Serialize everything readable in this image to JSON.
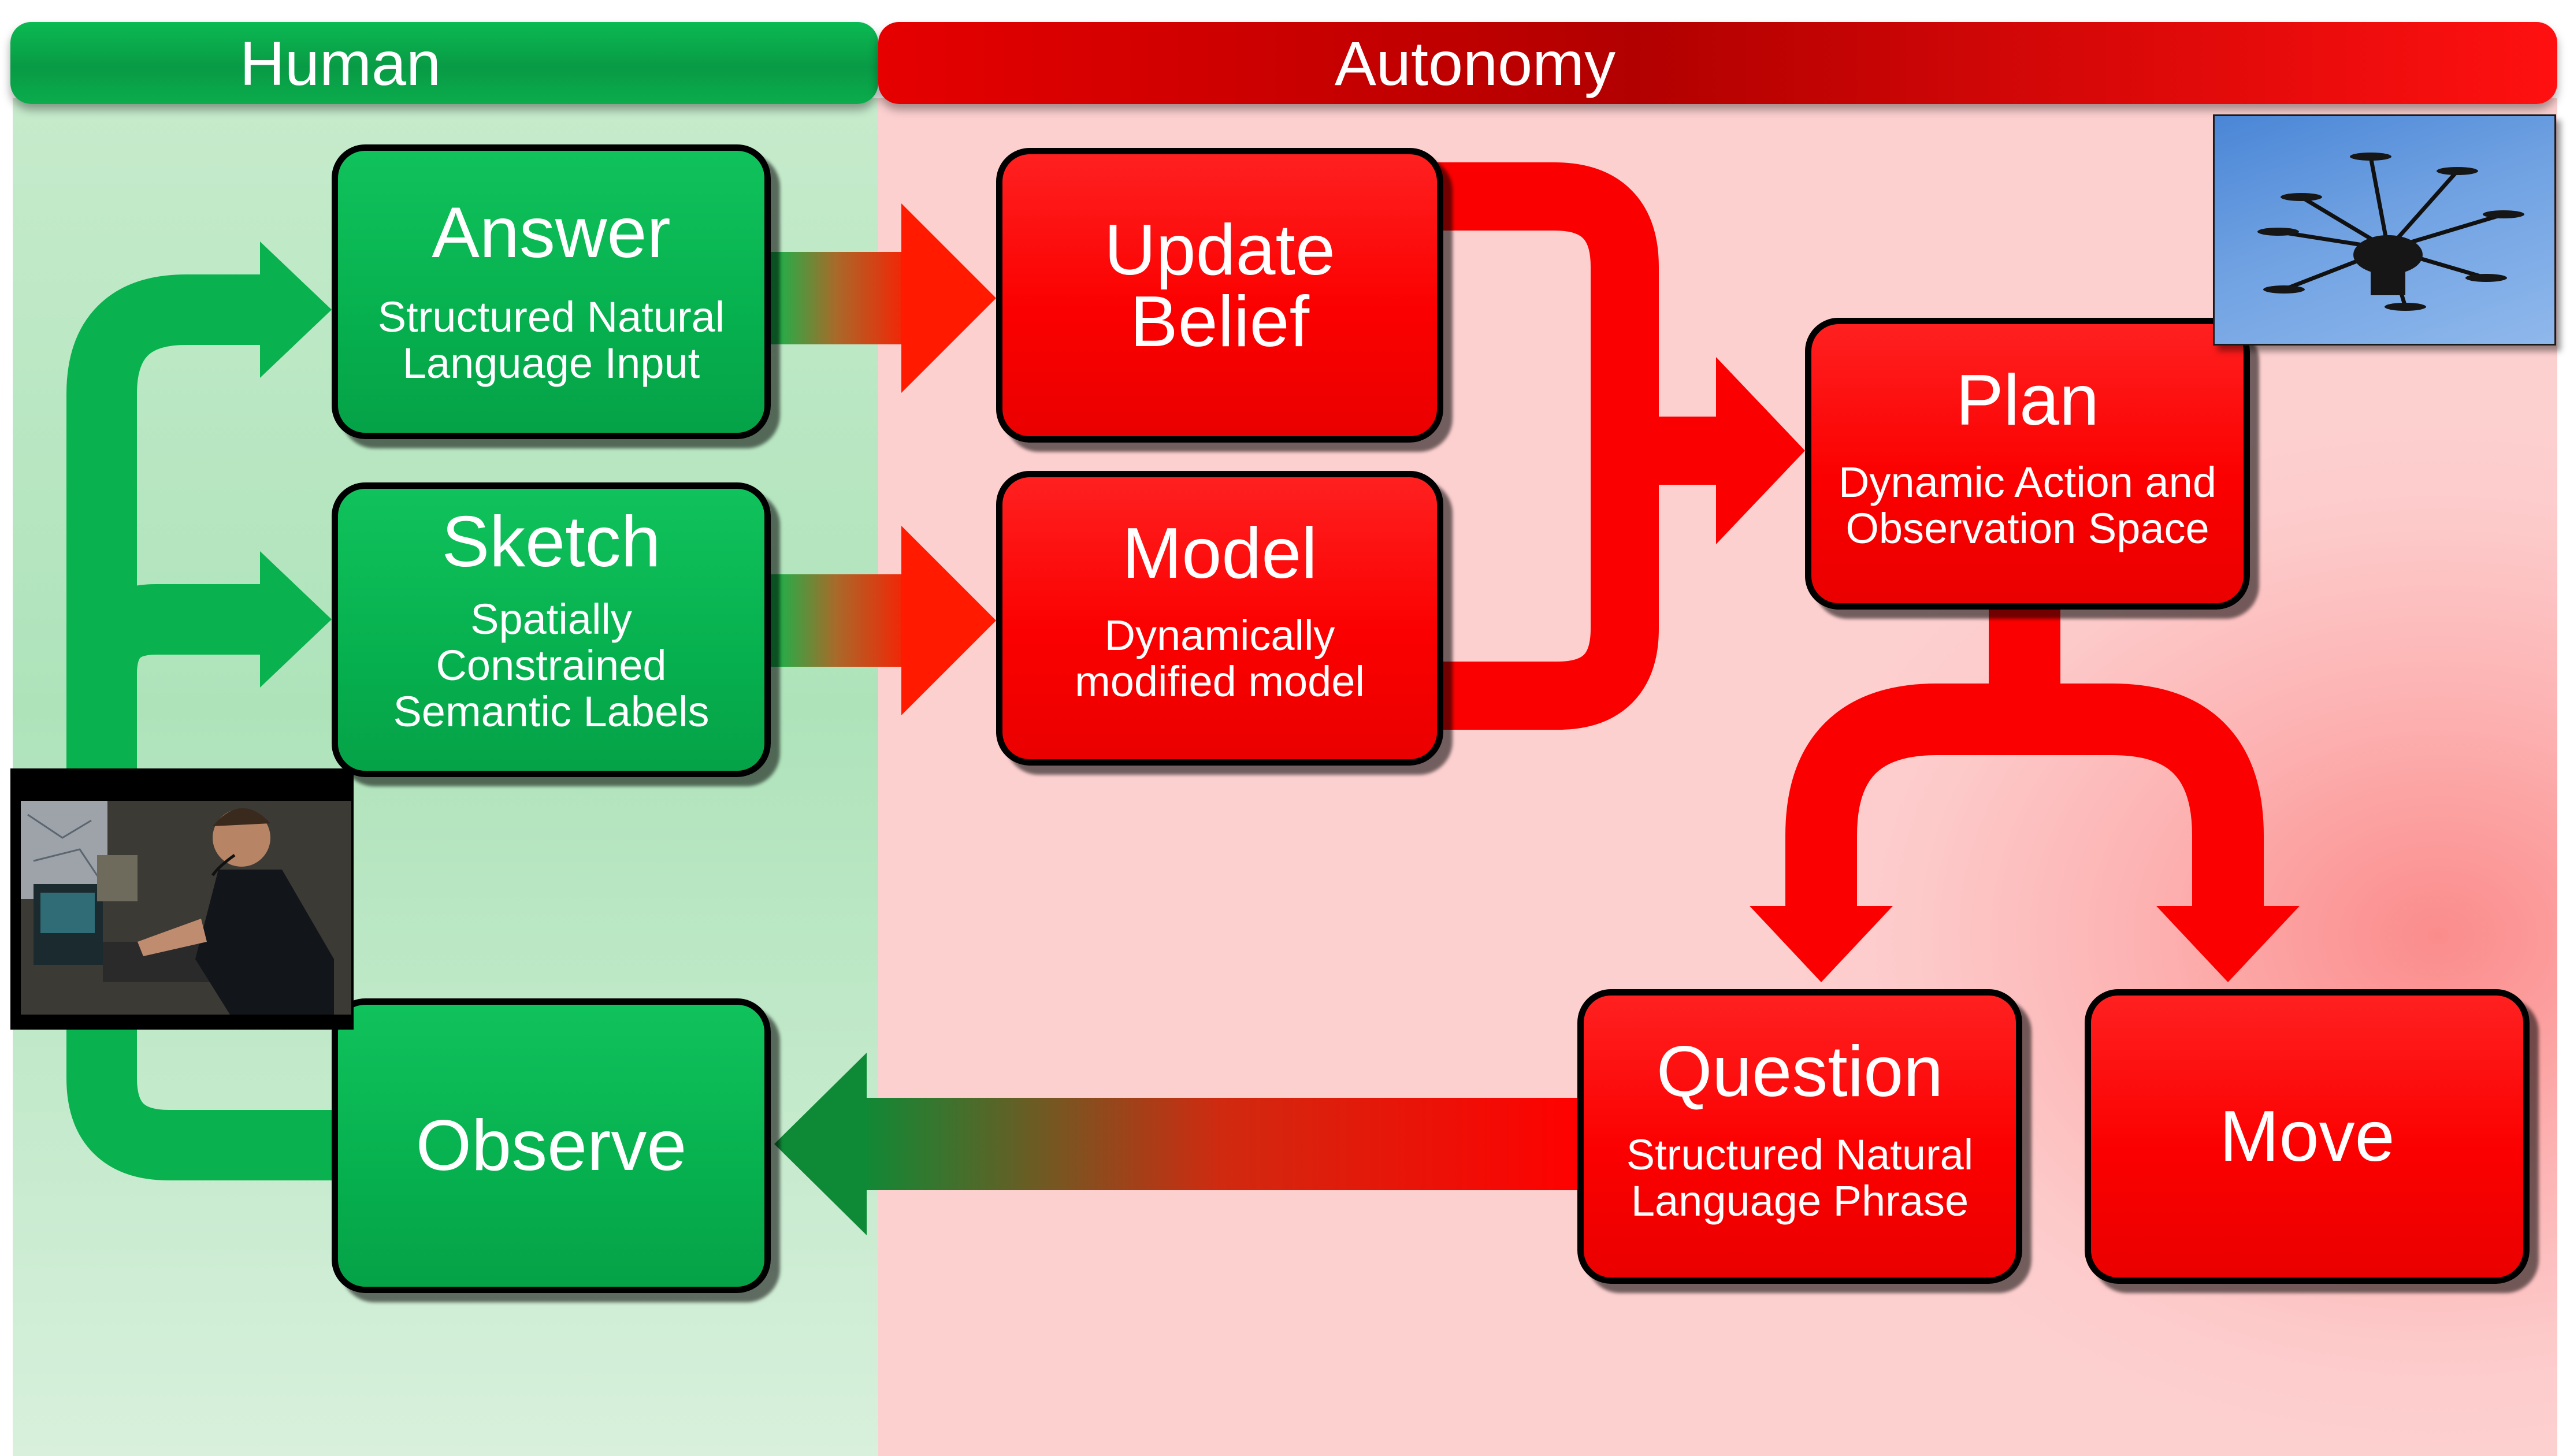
{
  "headers": {
    "human": "Human",
    "autonomy": "Autonomy"
  },
  "boxes": {
    "answer": {
      "title": "Answer",
      "sub_line1": "Structured Natural",
      "sub_line2": "Language Input"
    },
    "sketch": {
      "title": "Sketch",
      "sub_line1": "Spatially",
      "sub_line2": "Constrained",
      "sub_line3": "Semantic Labels"
    },
    "observe": {
      "title": "Observe"
    },
    "update": {
      "title_line1": "Update",
      "title_line2": "Belief"
    },
    "model": {
      "title": "Model",
      "sub_line1": "Dynamically",
      "sub_line2": "modified model"
    },
    "plan": {
      "title": "Plan",
      "sub_line1": "Dynamic Action and",
      "sub_line2": "Observation Space"
    },
    "question": {
      "title": "Question",
      "sub_line1": "Structured Natural",
      "sub_line2": "Language Phrase"
    },
    "move": {
      "title": "Move"
    }
  },
  "colors": {
    "human_green": "#06b04e",
    "autonomy_red": "#fb0000",
    "human_header": "#0aac4c",
    "autonomy_header": "#d40000"
  },
  "images": {
    "operator": "operator-at-console-photo",
    "drone": "octocopter-drone-photo"
  }
}
